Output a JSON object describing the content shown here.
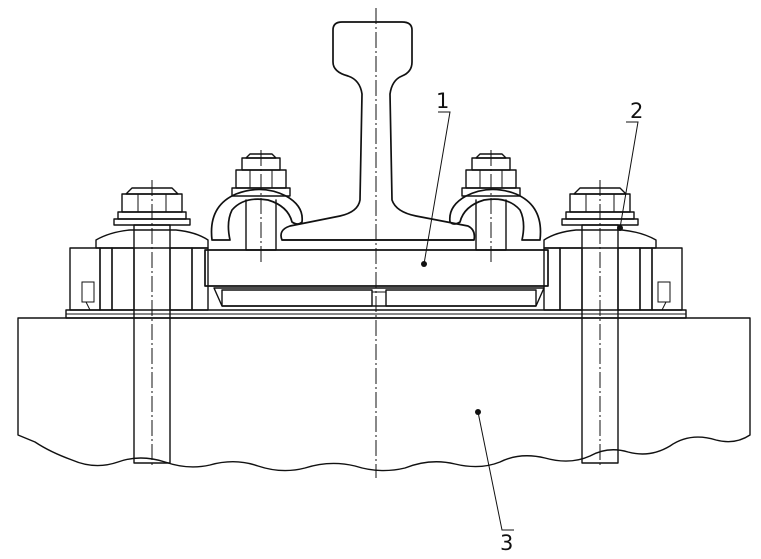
{
  "callouts": {
    "part1": "1",
    "part2": "2",
    "part3": "3"
  },
  "colors": {
    "ink": "#111111",
    "paper": "#ffffff"
  }
}
